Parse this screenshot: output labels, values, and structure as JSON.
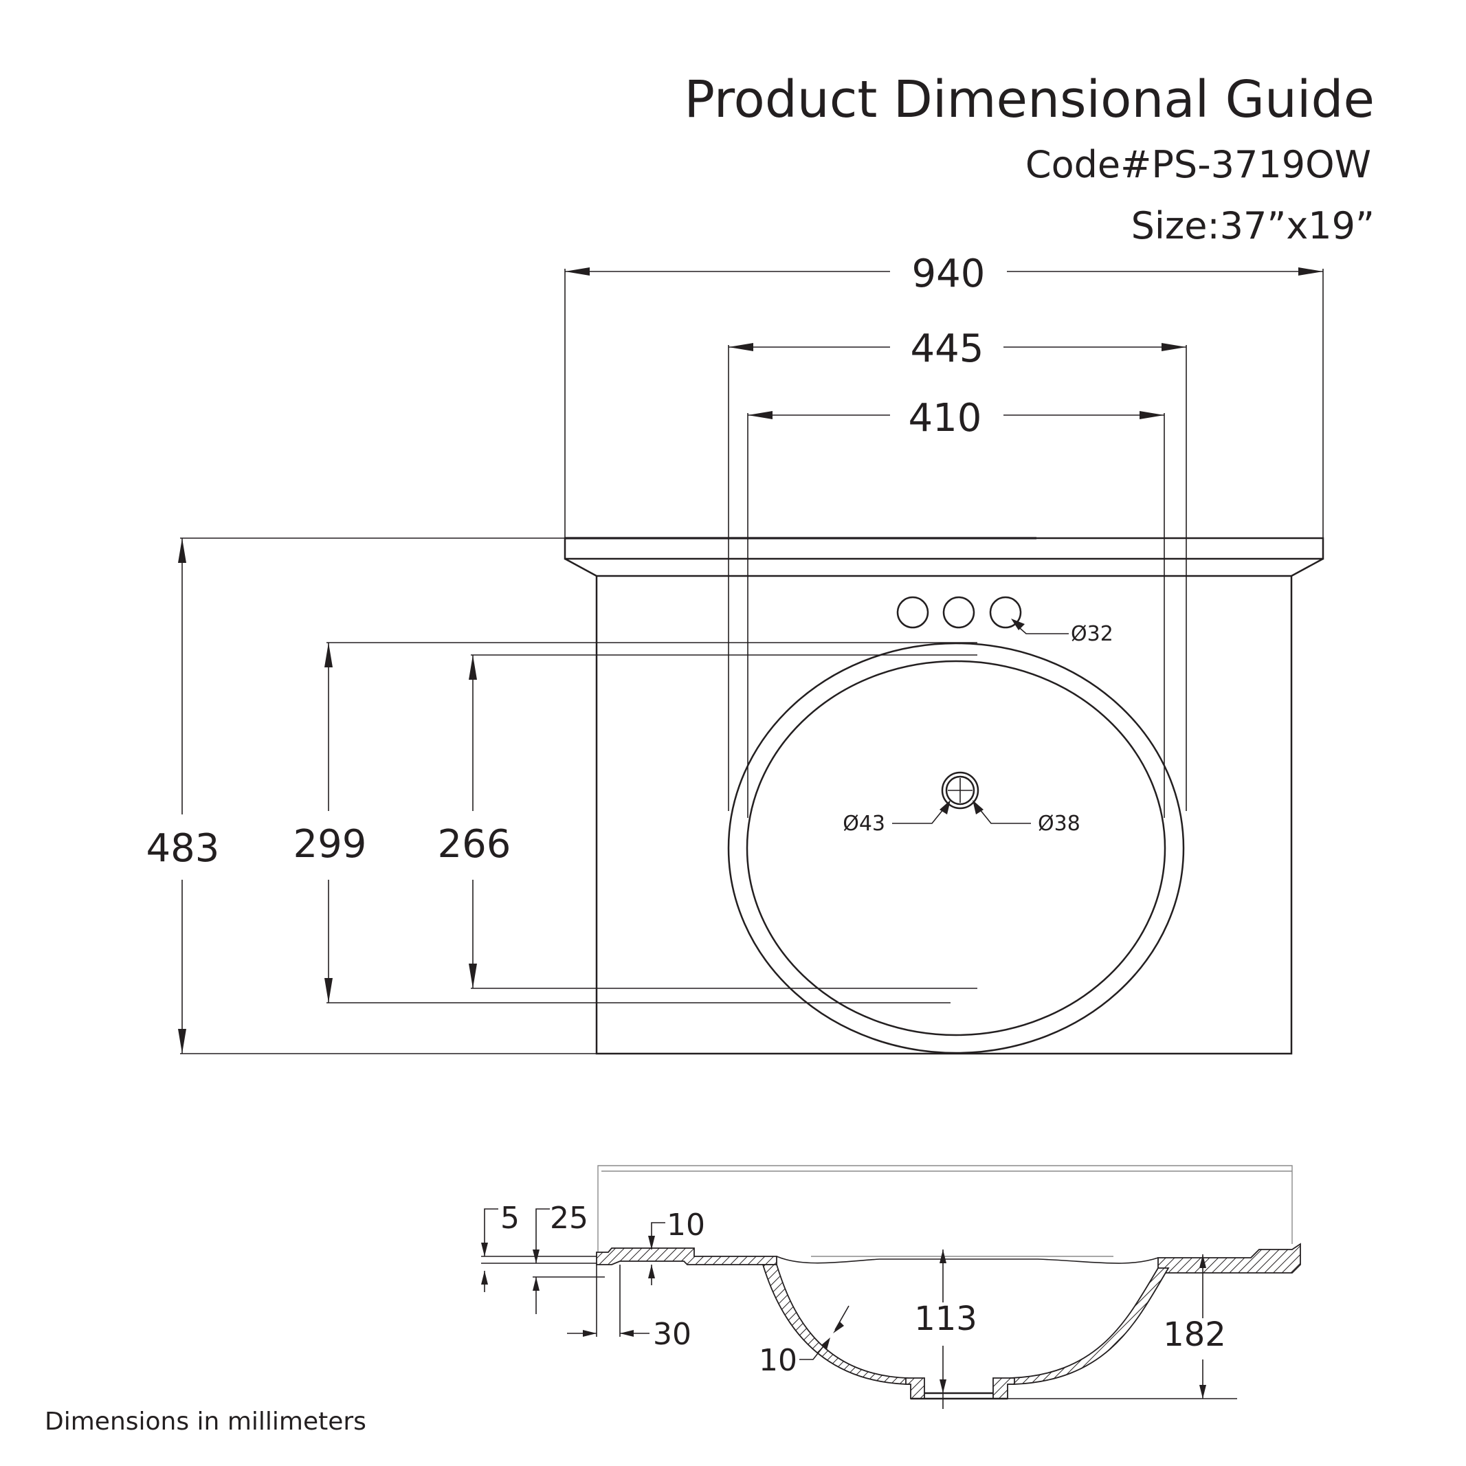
{
  "header": {
    "title": "Product Dimensional Guide",
    "code": "Code#PS-3719OW",
    "size": "Size:37”x19”"
  },
  "plan_view": {
    "overall_width": "940",
    "basin_outer_width": "445",
    "basin_inner_width": "410",
    "overall_depth": "483",
    "basin_outer_depth": "299",
    "basin_inner_depth": "266",
    "faucet_hole_diameter": "Ø32",
    "drain_outer_diameter": "Ø43",
    "drain_inner_diameter": "Ø38"
  },
  "section_view": {
    "edge_step": "5",
    "lip_height": "25",
    "deck_thickness": "10",
    "overhang": "30",
    "bowl_depth": "113",
    "overall_height": "182",
    "wall_thickness": "10"
  },
  "footer": {
    "units_note": "Dimensions in millimeters"
  },
  "colors": {
    "ink": "#231f20",
    "background": "#ffffff"
  }
}
